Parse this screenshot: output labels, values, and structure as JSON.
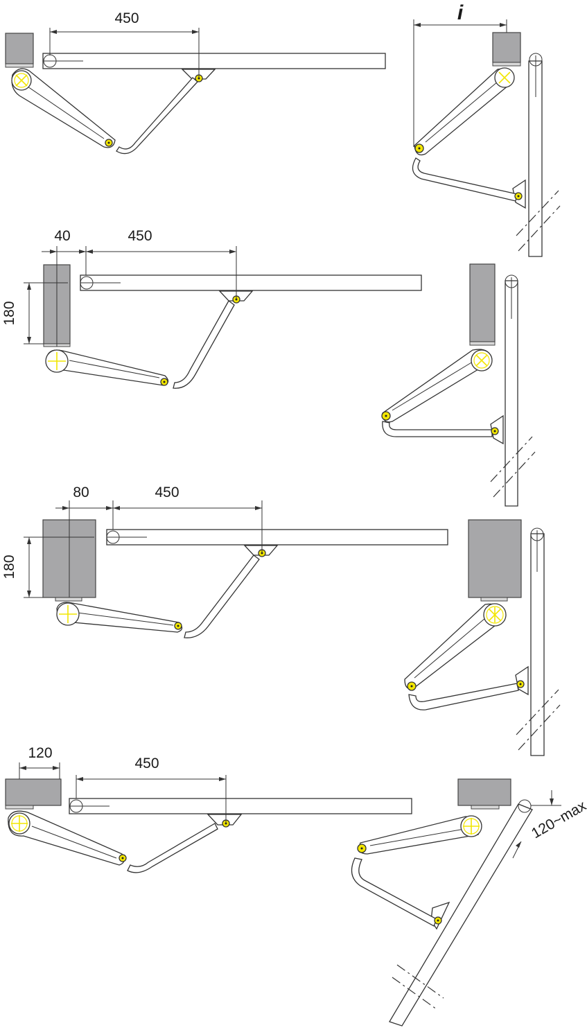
{
  "dimensions": {
    "top_left_span": "450",
    "top_right_label": "i",
    "second_offset": "40",
    "second_span": "450",
    "second_height": "180",
    "third_offset": "80",
    "third_span": "450",
    "third_height": "180",
    "fourth_offset": "120",
    "fourth_span": "450",
    "fourth_max": "120~max"
  },
  "colors": {
    "motor_box": "#a7a7a9",
    "pivot_pin": "#f2e600",
    "line": "#333333"
  }
}
